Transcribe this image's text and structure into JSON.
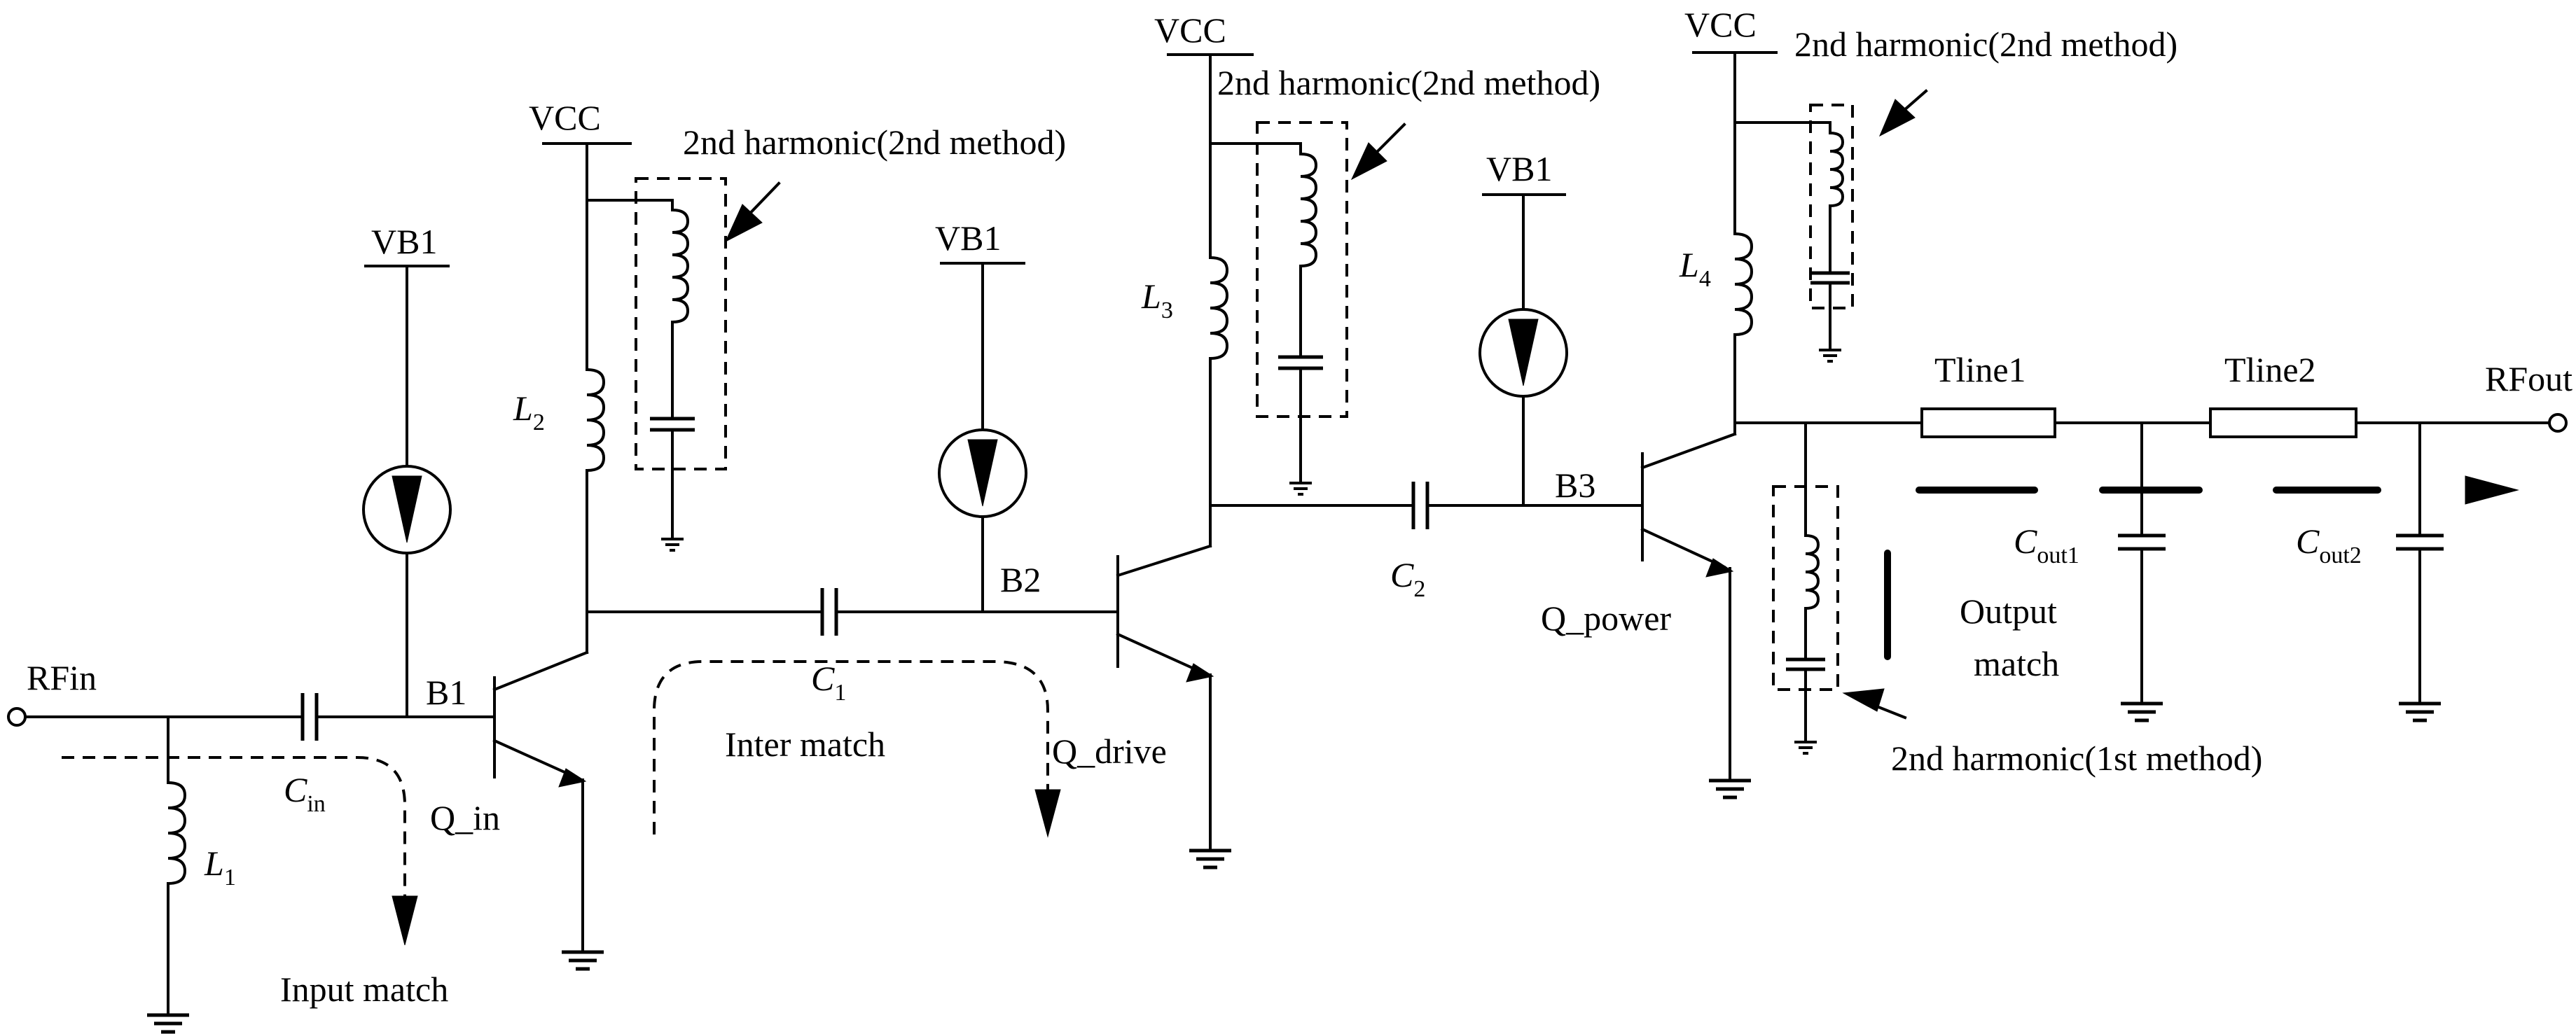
{
  "labels": {
    "rfin": "RFin",
    "rfout": "RFout",
    "vcc": "VCC",
    "vb1": "VB1",
    "b1": "B1",
    "b2": "B2",
    "b3": "B3",
    "q_in": "Q_in",
    "q_drive": "Q_drive",
    "q_power": "Q_power",
    "tline1": "Tline1",
    "tline2": "Tline2",
    "input_match": "Input match",
    "inter_match": "Inter match",
    "output_match_1": "Output",
    "output_match_2": "match",
    "harmonic_2nd_method": "2nd harmonic(2nd method)",
    "harmonic_1st_method": "2nd harmonic(1st method)"
  },
  "components": {
    "L1": {
      "main": "L",
      "sub": "1"
    },
    "L2": {
      "main": "L",
      "sub": "2"
    },
    "L3": {
      "main": "L",
      "sub": "3"
    },
    "L4": {
      "main": "L",
      "sub": "4"
    },
    "Cin": {
      "main": "C",
      "sub": "in"
    },
    "C1": {
      "main": "C",
      "sub": "1"
    },
    "C2": {
      "main": "C",
      "sub": "2"
    },
    "Cout1": {
      "main": "C",
      "sub": "out1"
    },
    "Cout2": {
      "main": "C",
      "sub": "out2"
    }
  }
}
